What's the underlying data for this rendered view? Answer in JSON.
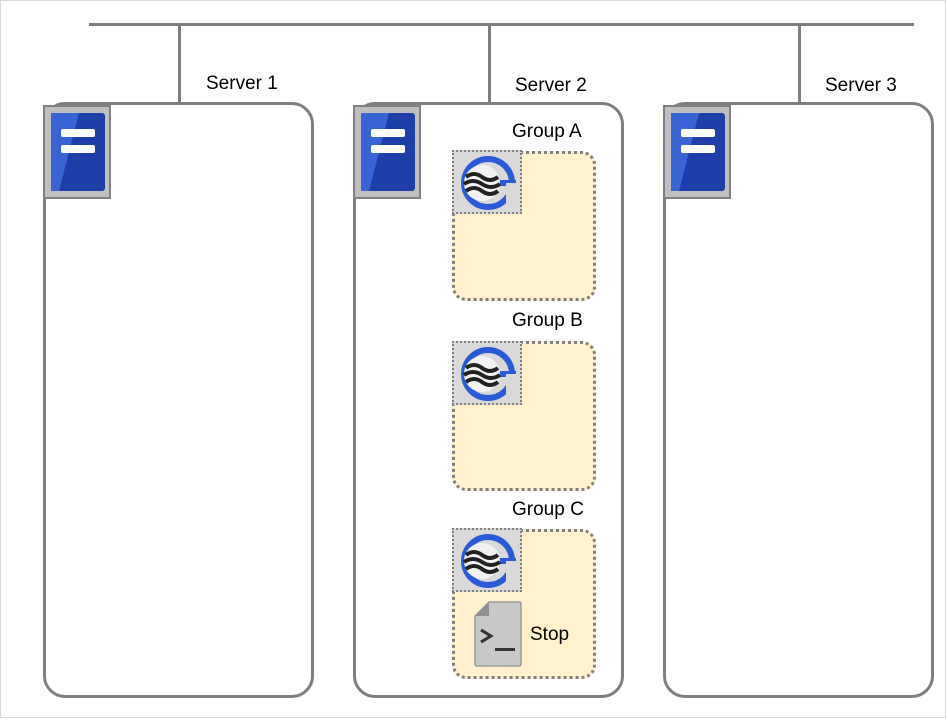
{
  "servers": [
    {
      "name": "Server 1"
    },
    {
      "name": "Server 2"
    },
    {
      "name": "Server 3"
    }
  ],
  "groups": [
    {
      "name": "Group A"
    },
    {
      "name": "Group B"
    },
    {
      "name": "Group C"
    }
  ],
  "script_resource": {
    "label": "Stop"
  },
  "icons": {
    "server": "server-icon",
    "group_resource": "cluster-resource-icon",
    "script": "script-terminal-icon"
  },
  "colors": {
    "line": "#7f7f7f",
    "group_fill": "#fff2cc",
    "server_blue": "#1f3fa8",
    "icon_gray": "#bfbfbf"
  }
}
